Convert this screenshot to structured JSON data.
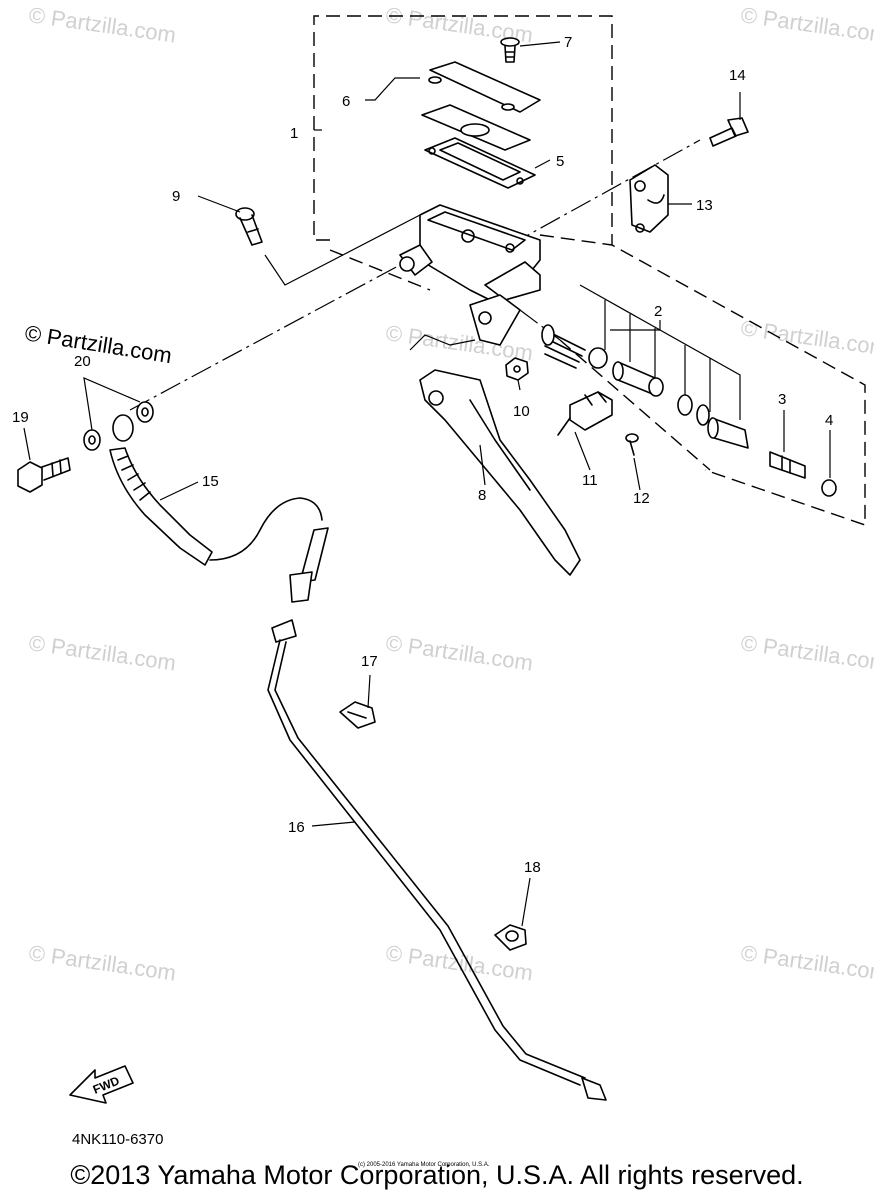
{
  "diagram": {
    "callouts": [
      {
        "id": "1",
        "text": "1"
      },
      {
        "id": "2",
        "text": "2"
      },
      {
        "id": "3",
        "text": "3"
      },
      {
        "id": "4",
        "text": "4"
      },
      {
        "id": "5",
        "text": "5"
      },
      {
        "id": "6",
        "text": "6"
      },
      {
        "id": "7",
        "text": "7"
      },
      {
        "id": "8",
        "text": "8"
      },
      {
        "id": "9",
        "text": "9"
      },
      {
        "id": "10",
        "text": "10"
      },
      {
        "id": "11",
        "text": "11"
      },
      {
        "id": "12",
        "text": "12"
      },
      {
        "id": "13",
        "text": "13"
      },
      {
        "id": "14",
        "text": "14"
      },
      {
        "id": "15",
        "text": "15"
      },
      {
        "id": "16",
        "text": "16"
      },
      {
        "id": "17",
        "text": "17"
      },
      {
        "id": "18",
        "text": "18"
      },
      {
        "id": "19",
        "text": "19"
      },
      {
        "id": "20",
        "text": "20"
      }
    ],
    "fwd_label": "FWD",
    "diagram_code": "4NK110-6370"
  },
  "watermarks": {
    "faint": "© Partzilla.com",
    "bold": "© Partzilla.com"
  },
  "footer": {
    "copyright": "©2013 Yamaha Motor Corporation, U.S.A. All rights reserved.",
    "small_note": "(c) 2005-2016 Yamaha Motor Corporation, U.S.A."
  }
}
